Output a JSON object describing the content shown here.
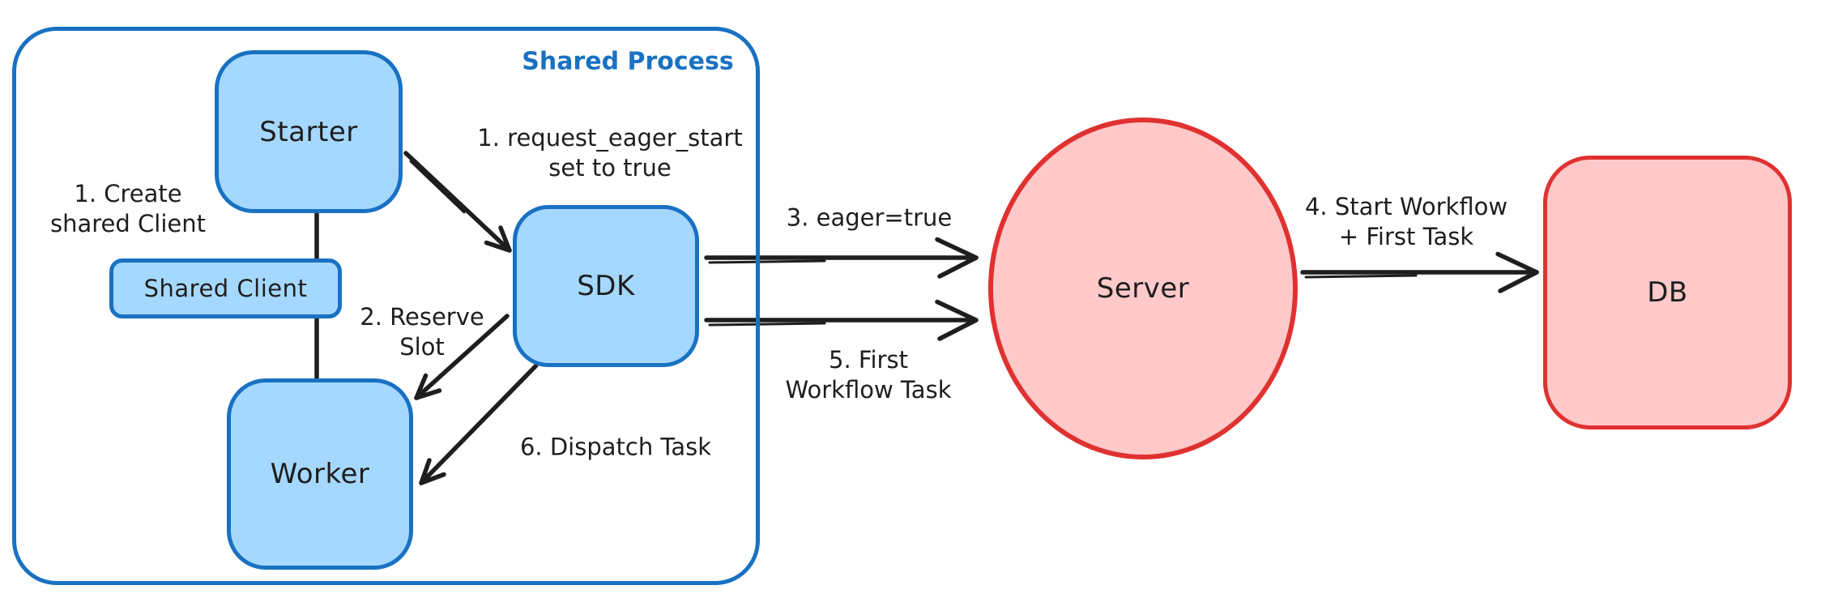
{
  "diagram": {
    "type": "flow-diagram",
    "style": "excalidraw-hand-drawn",
    "frame": {
      "title": "Shared Process"
    },
    "nodes": {
      "starter": {
        "label": "Starter"
      },
      "shared_client": {
        "label": "Shared Client"
      },
      "worker": {
        "label": "Worker"
      },
      "sdk": {
        "label": "SDK"
      },
      "server": {
        "label": "Server"
      },
      "db": {
        "label": "DB"
      }
    },
    "annotations": {
      "create_client": {
        "line1": "1. Create",
        "line2": "shared Client"
      },
      "request_eager_start": {
        "line1": "1. request_eager_start",
        "line2": "set to true"
      },
      "reserve_slot": {
        "line1": "2. Reserve",
        "line2": "Slot"
      },
      "eager_true": {
        "line1": "3. eager=true"
      },
      "start_workflow": {
        "line1": "4. Start Workflow",
        "line2": "+ First Task"
      },
      "first_workflow_task": {
        "line1": "5. First",
        "line2": "Workflow Task"
      },
      "dispatch_task": {
        "line1": "6. Dispatch Task"
      }
    },
    "colors": {
      "blue_stroke": "#1971c2",
      "blue_fill": "#a5d8ff",
      "red_stroke": "#e03131",
      "red_fill": "#ffc9c9",
      "ink": "#1e1e1e",
      "background": "#ffffff"
    }
  }
}
